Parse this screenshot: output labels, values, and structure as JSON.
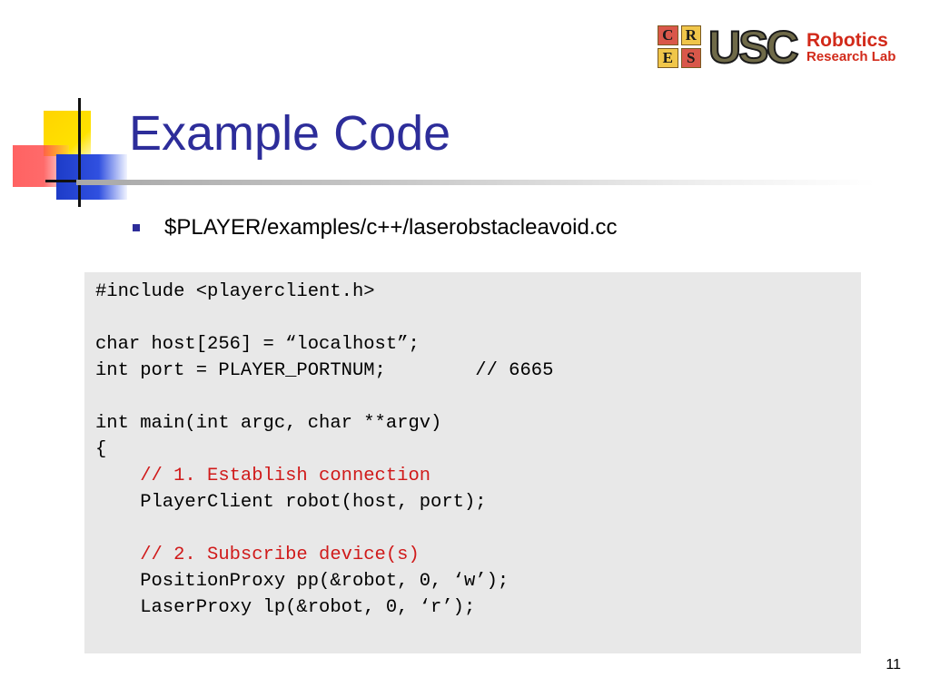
{
  "slide": {
    "title": "Example Code",
    "page_number": "11"
  },
  "logo": {
    "cres_letters": [
      "C",
      "R",
      "E",
      "S"
    ],
    "usc": "USC",
    "line1": "Robotics",
    "line2": "Research Lab"
  },
  "bullets": [
    {
      "text": "$PLAYER/examples/c++/laserobstacleavoid.cc"
    }
  ],
  "code": {
    "lines": [
      "#include <playerclient.h>",
      "char host[256] = “localhost”;",
      "int port = PLAYER_PORTNUM;        // 6665",
      "int main(int argc, char **argv)",
      "{",
      "    // 1. Establish connection",
      "    PlayerClient robot(host, port);",
      "    // 2. Subscribe device(s)",
      "    PositionProxy pp(&robot, 0, ‘w’);",
      "    LaserProxy lp(&robot, 0, ‘r’);"
    ]
  },
  "colors": {
    "title": "#2d2d9a",
    "code_background": "#e8e8e8",
    "comment": "#d01a1a"
  }
}
